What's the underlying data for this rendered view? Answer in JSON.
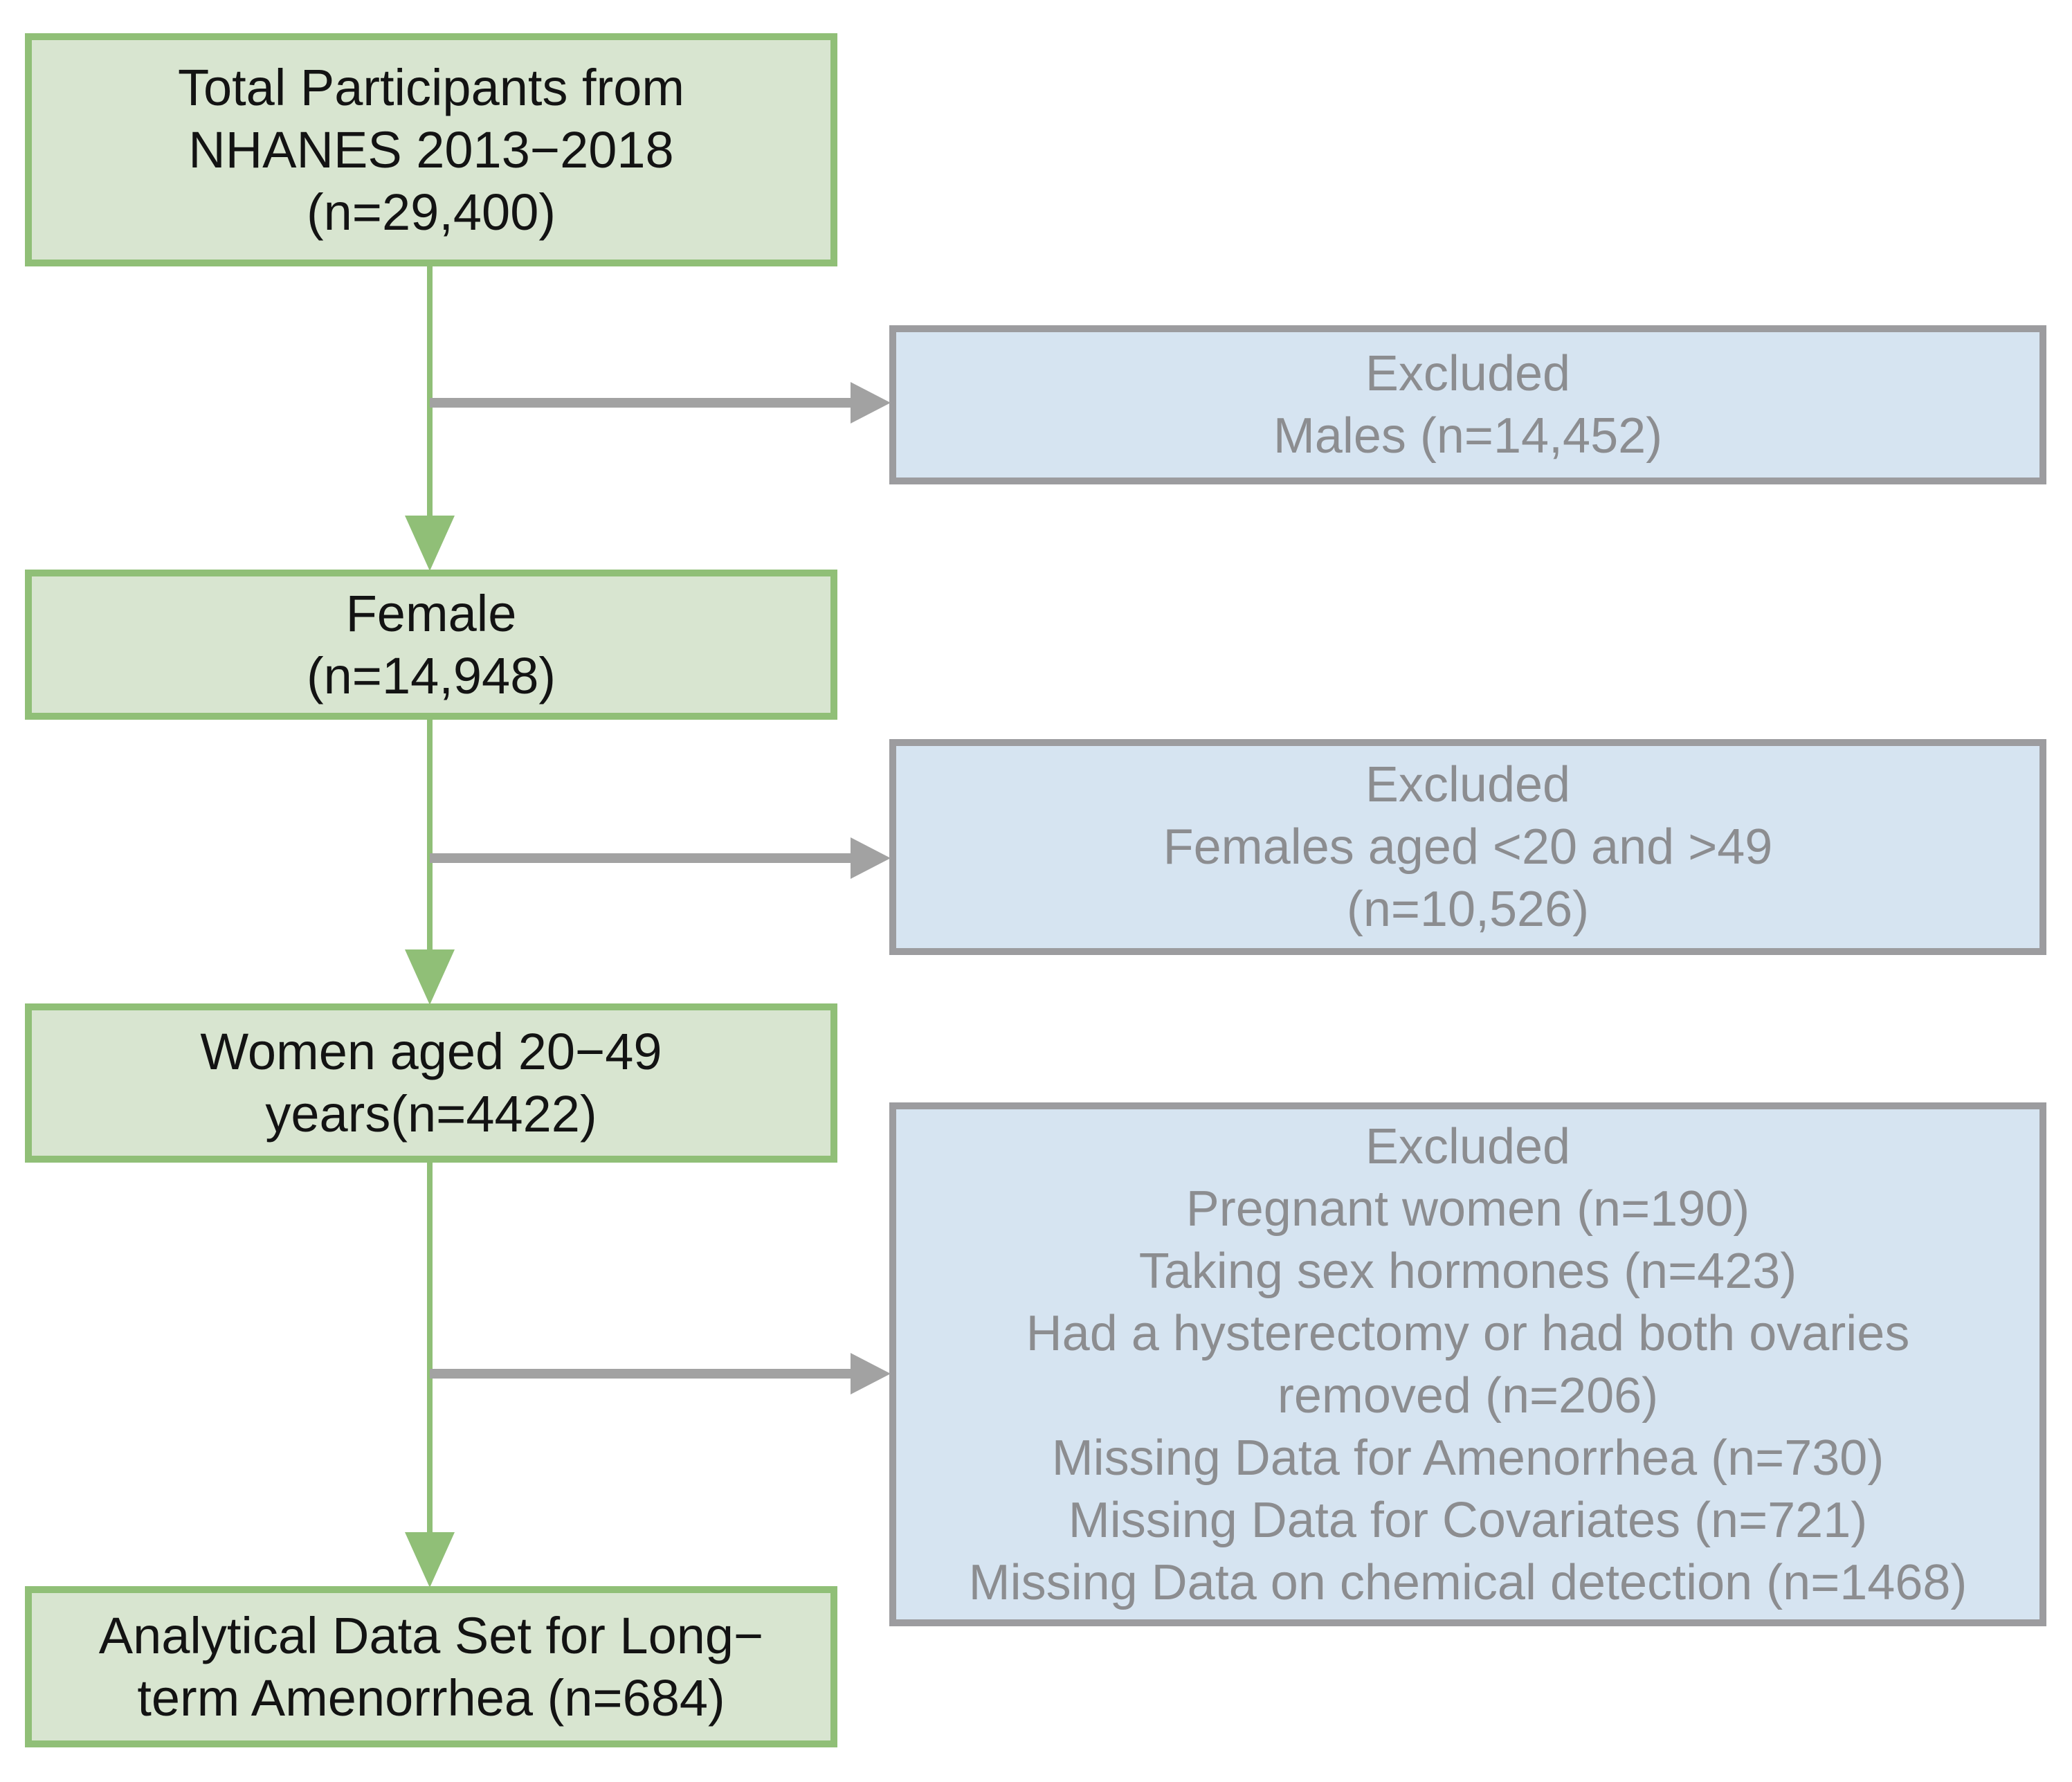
{
  "figure": {
    "type": "participant-flow-diagram",
    "boxes": {
      "total": "Total Participants from\nNHANES 2013−2018\n(n=29,400)",
      "female": "Female\n(n=14,948)",
      "women_aged": "Women aged 20−49\nyears(n=4422)",
      "analytical": "Analytical Data Set for Long−\nterm Amenorrhea (n=684)",
      "excluded_males": "Excluded\nMales (n=14,452)",
      "excluded_age": "Excluded\nFemales aged <20 and >49\n(n=10,526)",
      "excluded_criteria": "Excluded\nPregnant women (n=190)\nTaking sex hormones (n=423)\nHad a hysterectomy or had both ovaries\nremoved (n=206)\nMissing Data for Amenorrhea (n=730)\nMissing Data for Covariates (n=721)\nMissing Data on chemical detection (n=1468)"
    },
    "colors": {
      "green-fill": "#d8e5d0",
      "green-border": "#90bf77",
      "blue-fill": "#d6e4f1",
      "grey-border": "#9c9c9f",
      "grey-arrow": "#a2a2a2",
      "grey-text": "#8c8d90",
      "green-text": "#131313"
    }
  }
}
